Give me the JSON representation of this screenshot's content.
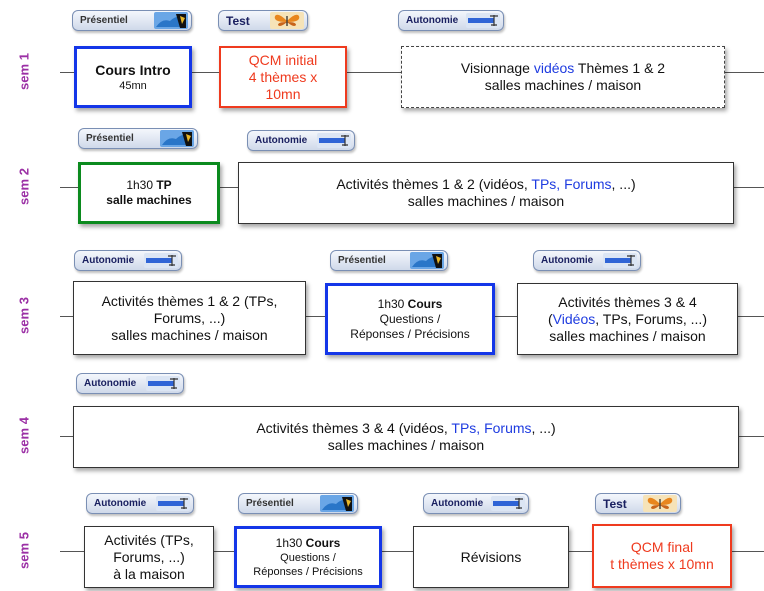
{
  "weeks": [
    "sem 1",
    "sem 2",
    "sem 3",
    "sem 4",
    "sem 5"
  ],
  "tags": {
    "presentiel": "Présentiel",
    "test": "Test",
    "autonomie": "Autonomie"
  },
  "w1": {
    "intro": {
      "title": "Cours Intro",
      "sub": "45mn"
    },
    "qcm": {
      "l1": "QCM initial",
      "l2": "4 thèmes x",
      "l3": "10mn"
    },
    "video": {
      "pre": "Visionnage ",
      "link": "vidéos",
      "post": " Thèmes 1 & 2",
      "l2": "salles machines / maison"
    }
  },
  "w2": {
    "tp": {
      "pre": "1h30 ",
      "bold": "TP",
      "l2": "salle machines"
    },
    "act": {
      "pre": "Activités thèmes 1 & 2 (vidéos, ",
      "link": "TPs, Forums",
      "post": ", ...)",
      "l2": "salles machines / maison"
    }
  },
  "w3": {
    "act1": {
      "l1": "Activités thèmes 1 & 2 (TPs,",
      "l2": "Forums, ...)",
      "l3": "salles machines / maison"
    },
    "cours": {
      "pre": "1h30 ",
      "bold": "Cours",
      "l2": "Questions /",
      "l3": "Réponses / Précisions"
    },
    "act2": {
      "l1": "Activités thèmes 3 & 4",
      "open": "(",
      "link": "Vidéos",
      "post": ", TPs, Forums, ...)",
      "l3": "salles machines / maison"
    }
  },
  "w4": {
    "act": {
      "pre": "Activités thèmes 3 & 4 (vidéos, ",
      "link": "TPs, Forums",
      "post": ", ...)",
      "l2": "salles machines / maison"
    }
  },
  "w5": {
    "act": {
      "l1": "Activités (TPs,",
      "l2": "Forums, ...)",
      "l3": "à la maison"
    },
    "cours": {
      "pre": "1h30 ",
      "bold": "Cours",
      "l2": "Questions /",
      "l3": "Réponses / Précisions"
    },
    "rev": "Révisions",
    "qcm": {
      "l1": "QCM final",
      "l2": "t thèmes x 10mn"
    }
  },
  "colors": {
    "blue_border": "#1436e8",
    "green_border": "#0b8a1e",
    "red": "#ef3a1e",
    "week_label": "#9b2fa5",
    "link": "#1e3be0"
  }
}
